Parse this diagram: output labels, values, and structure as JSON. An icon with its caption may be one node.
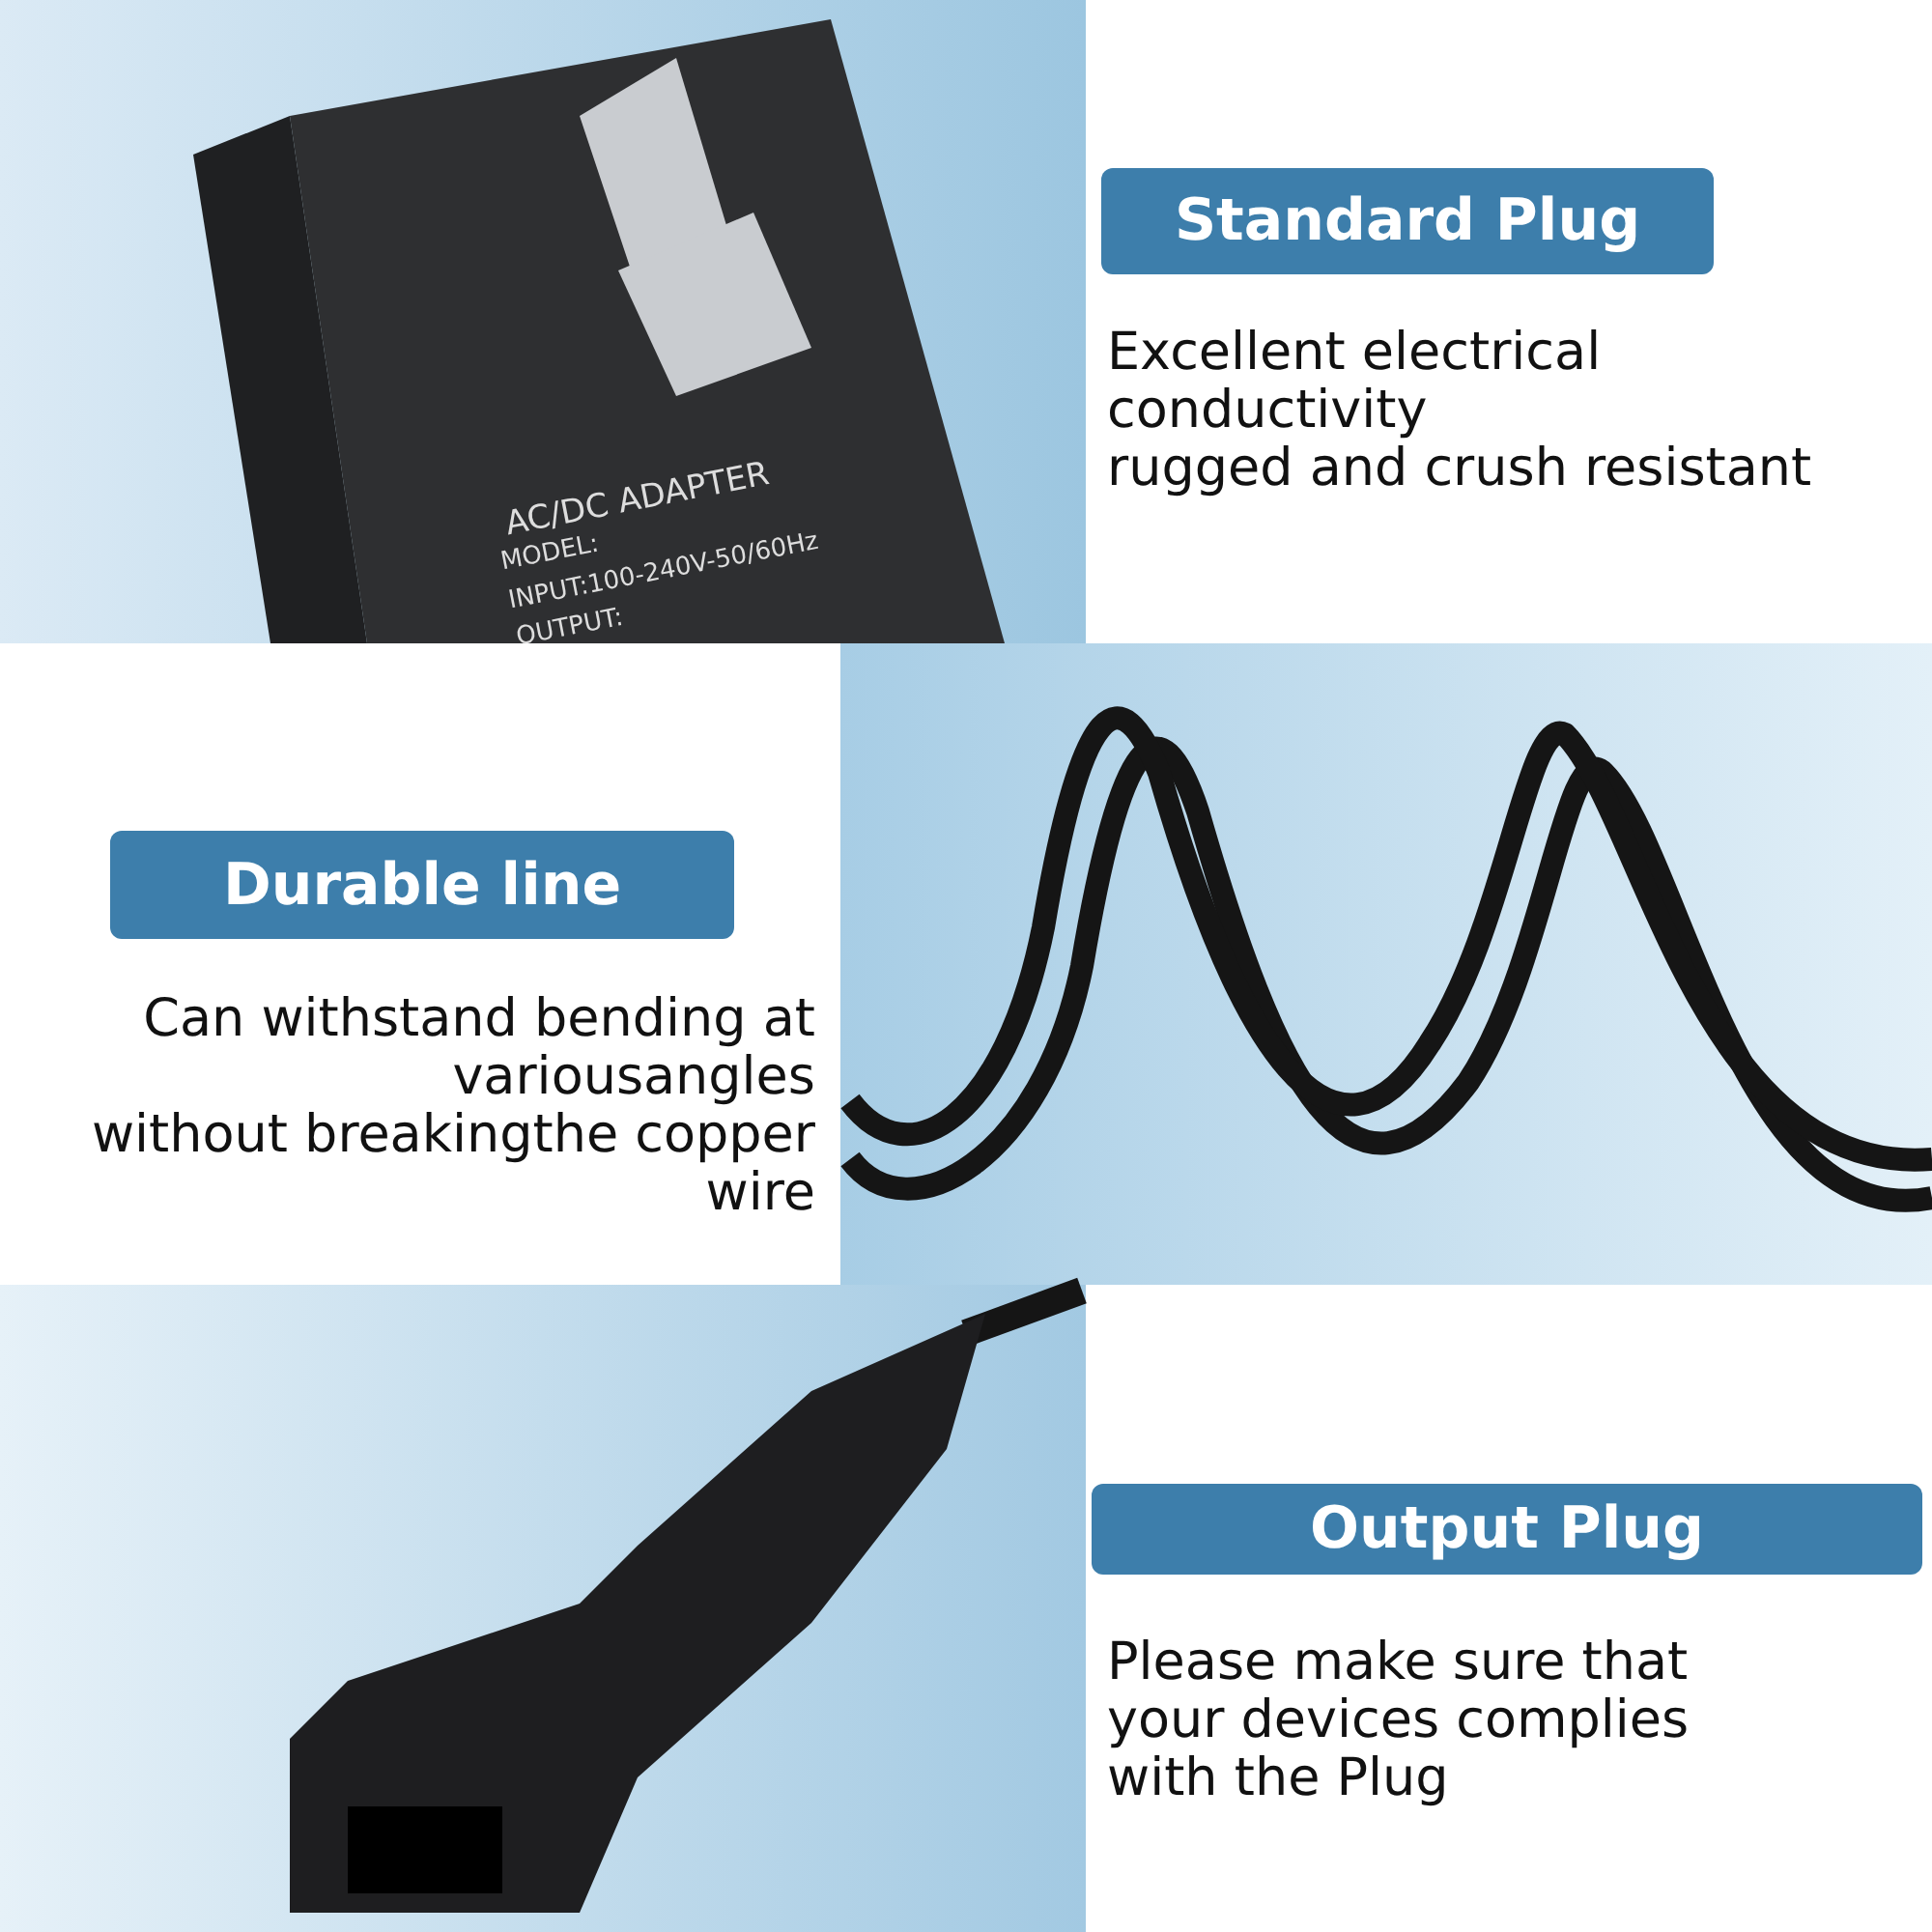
{
  "diagram": {
    "nodes": [
      {
        "text": [
          "Standard Plug"
        ]
      },
      {
        "text": [
          "Durable line"
        ]
      },
      {
        "text": [
          "Output Plug"
        ]
      }
    ],
    "labels": [
      "AC/DC ADAPTER",
      "MODEL:",
      "INPUT:100-240V-50/60Hz",
      "OUTPUT:",
      "Excellent electrical conductivity",
      "rugged and crush resistant",
      "Can withstand bending at variousangles",
      "without breakingthe copper wire",
      "Please make sure that your devices complies with the Plug"
    ]
  }
}
